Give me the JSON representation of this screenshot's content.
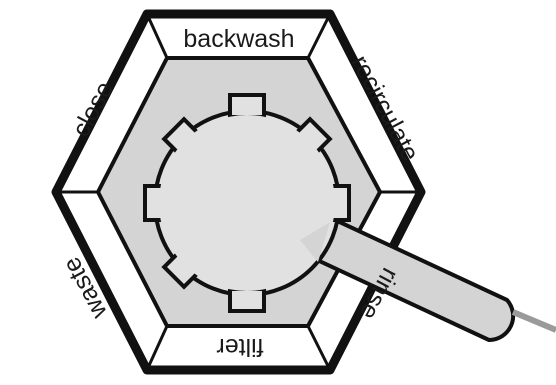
{
  "valve": {
    "settings": [
      {
        "label": "backwash"
      },
      {
        "label": "recirculate"
      },
      {
        "label": "rinse"
      },
      {
        "label": "filter"
      },
      {
        "label": "waste"
      },
      {
        "label": "close"
      }
    ]
  },
  "colors": {
    "outline": "#111111",
    "center_fill": "#d4d4d4",
    "segment_fill": "#ffffff",
    "label_text": "#1a1a1a"
  }
}
